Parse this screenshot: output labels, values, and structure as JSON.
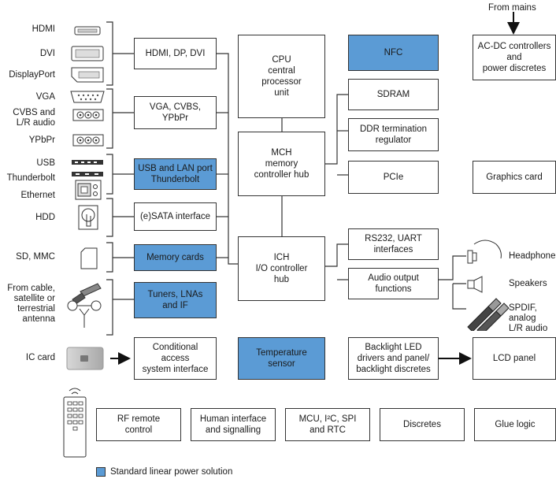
{
  "power_input_label": "From mains",
  "left_connectors": {
    "hdmi": "HDMI",
    "dvi": "DVI",
    "displayport": "DisplayPort",
    "vga": "VGA",
    "cvbs": "CVBS and\nL/R audio",
    "ypbpr": "YPbPr",
    "usb": "USB",
    "thunderbolt": "Thunderbolt",
    "ethernet": "Ethernet",
    "hdd": "HDD",
    "sd": "SD, MMC",
    "antenna": "From cable,\nsatellite or\nterrestrial\nantenna",
    "ic_card": "IC card"
  },
  "blocks": {
    "hdmi_dp_dvi": "HDMI, DP, DVI",
    "vga_cvbs": "VGA, CVBS,\nYPbPr",
    "usb_lan": "USB and LAN port\nThunderbolt",
    "esata": "(e)SATA interface",
    "memory_cards": "Memory cards",
    "tuners": "Tuners, LNAs\nand IF",
    "conditional_access": "Conditional\naccess\nsystem interface",
    "cpu": "CPU\ncentral\nprocessor\nunit",
    "mch": "MCH\nmemory\ncontroller hub",
    "ich": "ICH\nI/O controller\nhub",
    "temp_sensor": "Temperature\nsensor",
    "nfc": "NFC",
    "sdram": "SDRAM",
    "ddr": "DDR termination\nregulator",
    "pcie": "PCIe",
    "rs232": "RS232, UART\ninterfaces",
    "audio_out": "Audio output\nfunctions",
    "backlight": "Backlight LED\ndrivers and panel/\nbacklight discretes",
    "ac_dc": "AC-DC controllers\nand\npower discretes",
    "graphics": "Graphics card",
    "lcd": "LCD panel",
    "rf_remote": "RF remote\ncontrol",
    "hmi": "Human interface\nand signalling",
    "mcu": "MCU, I²C, SPI\nand RTC",
    "discretes": "Discretes",
    "glue": "Glue logic"
  },
  "outputs": {
    "headphone": "Headphone",
    "speakers": "Speakers",
    "spdif": "SPDIF, analog\nL/R audio"
  },
  "legend": {
    "label": "Standard linear power solution",
    "color": "#5b9bd5"
  }
}
